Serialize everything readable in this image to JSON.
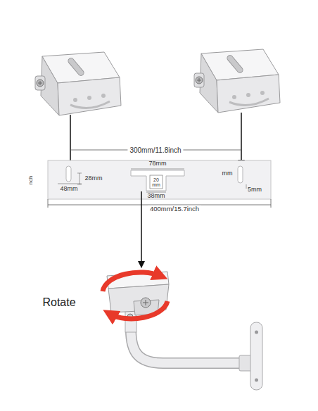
{
  "diagram": {
    "labels": [
      "300mm/11.8inch",
      "78mm",
      "mm",
      "28mm",
      "nch",
      "20 mm",
      "48mm",
      "5mm",
      "38mm",
      "400mm/15.7inch",
      "Rotate"
    ]
  }
}
